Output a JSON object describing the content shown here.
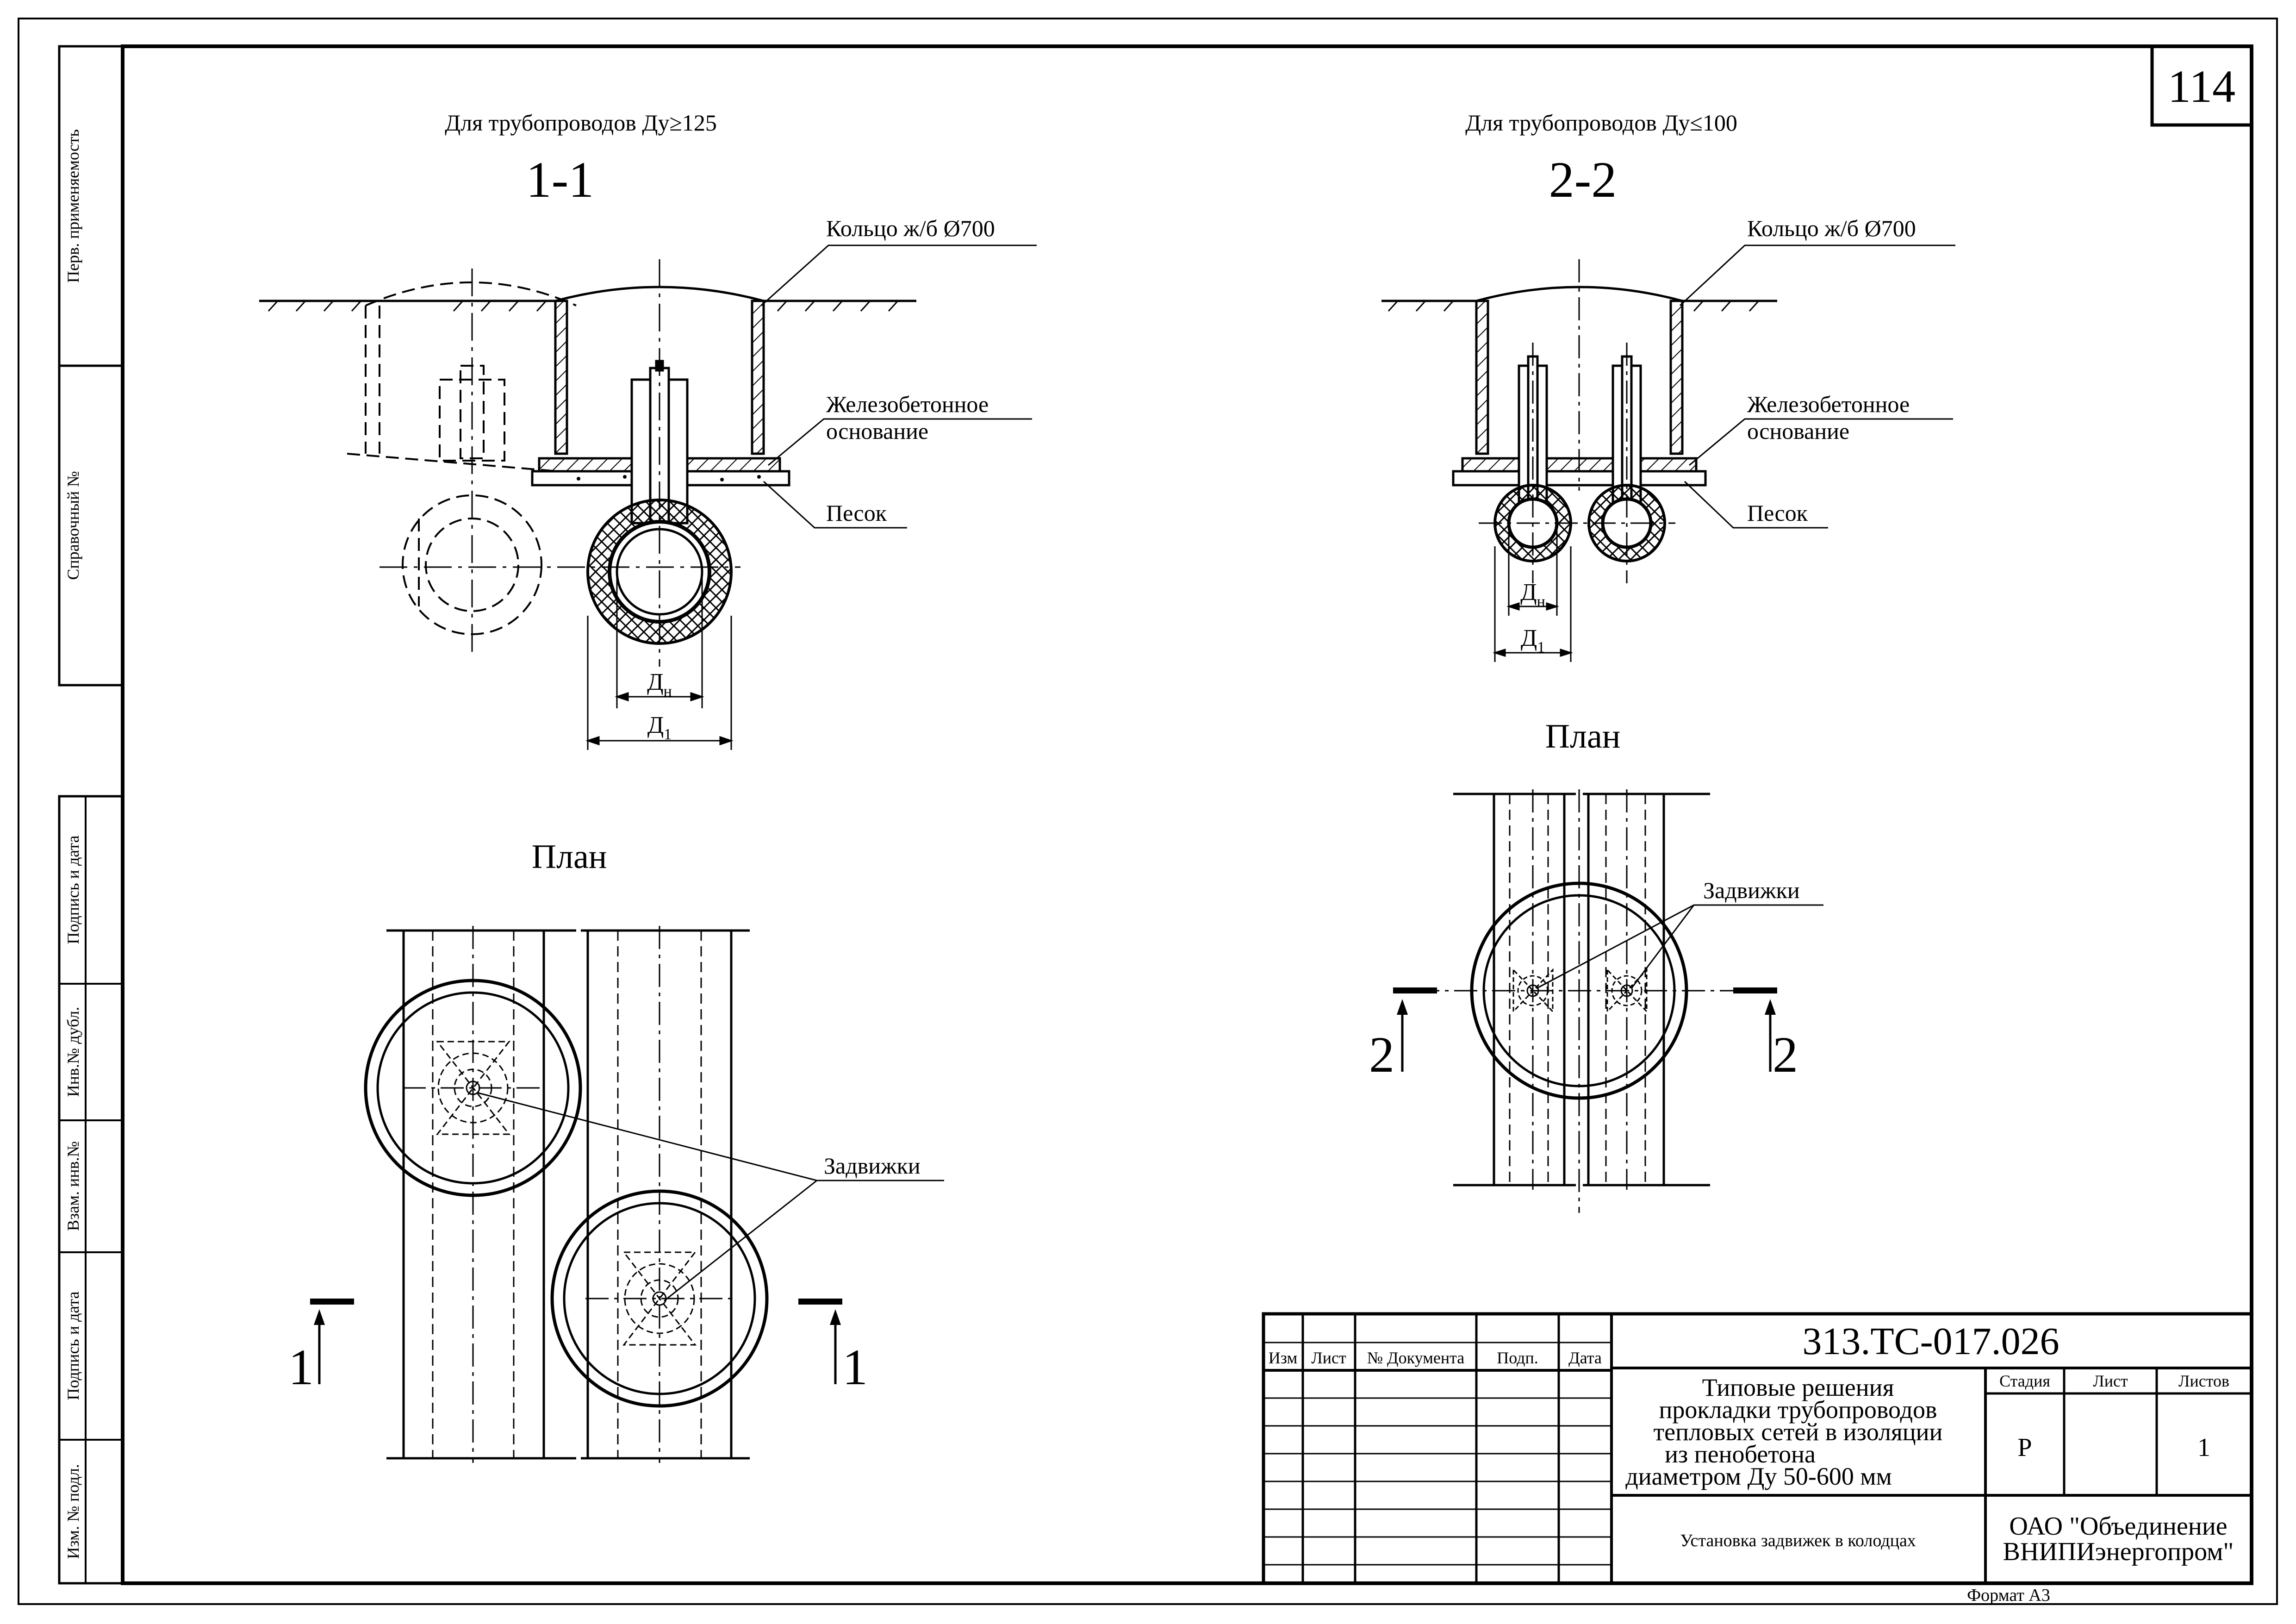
{
  "sheet_number": "114",
  "format": "Формат А3",
  "left_strip": {
    "labels": [
      "Перв. применяемость",
      "Справочный №",
      "Подпись и дата",
      "Инв.№ дубл.",
      "Взам. инв.№",
      "Подпись и дата",
      "Изм. № подл."
    ]
  },
  "section_1": {
    "note": "Для трубопроводов Ду≥125",
    "title": "1-1",
    "ring_label": "Кольцо ж/б Ø700",
    "base_label_1": "Железобетонное",
    "base_label_2": "основание",
    "sand_label": "Песок",
    "dim_dn": "Д",
    "dim_dn_sub": "н",
    "dim_d1": "Д",
    "dim_d1_sub": "1"
  },
  "section_2": {
    "note": "Для трубопроводов Ду≤100",
    "title": "2-2",
    "ring_label": "Кольцо ж/б Ø700",
    "base_label_1": "Железобетонное",
    "base_label_2": "основание",
    "sand_label": "Песок",
    "dim_dn": "Д",
    "dim_dn_sub": "н",
    "dim_d1": "Д",
    "dim_d1_sub": "1"
  },
  "plan_1": {
    "title": "План",
    "valves_label": "Задвижки",
    "cut_left": "1",
    "cut_right": "1"
  },
  "plan_2": {
    "title": "План",
    "valves_label": "Задвижки",
    "cut_left": "2",
    "cut_right": "2"
  },
  "title_block": {
    "code": "313.ТС-017.026",
    "headers": [
      "Изм",
      "Лист",
      "№ Документа",
      "Подп.",
      "Дата"
    ],
    "title_lines": [
      "Типовые решения",
      "прокладки трубопроводов",
      "тепловых сетей в изоляции",
      "из пенобетона",
      "диаметром Ду 50-600 мм"
    ],
    "stage_header": "Стадия",
    "sheet_header": "Лист",
    "sheets_header": "Листов",
    "stage": "Р",
    "sheets": "1",
    "subtitle": "Установка задвижек в колодцах",
    "org_1": "ОАО \"Объединение",
    "org_2": "ВНИПИэнергопром\""
  }
}
